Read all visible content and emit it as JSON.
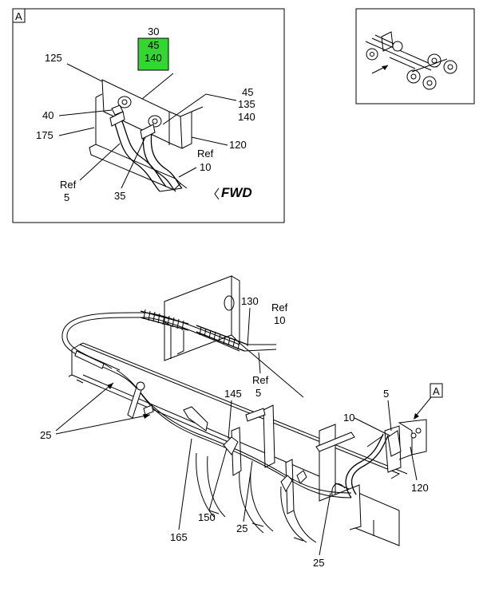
{
  "detail_view": {
    "box_letter": "A",
    "highlight_color": "#33d633",
    "highlight_lines": [
      "45",
      "140"
    ],
    "label_30": "30",
    "label_125": "125",
    "label_40": "40",
    "label_175": "175",
    "label_ref5_a": "Ref",
    "label_ref5_b": "5",
    "label_35": "35",
    "label_45": "45",
    "label_135": "135",
    "label_140": "140",
    "label_120": "120",
    "label_ref10_a": "Ref",
    "label_ref10_b": "10",
    "fwd_text": "FWD"
  },
  "main_view": {
    "label_130": "130",
    "label_ref10_a": "Ref",
    "label_ref10_b": "10",
    "label_ref5_a": "Ref",
    "label_ref5_b": "5",
    "label_25_left": "25",
    "label_145": "145",
    "label_150": "150",
    "label_25_mid": "25",
    "label_165": "165",
    "label_25_bottom": "25",
    "label_5": "5",
    "label_10": "10",
    "label_120": "120",
    "callout_letter": "A"
  }
}
